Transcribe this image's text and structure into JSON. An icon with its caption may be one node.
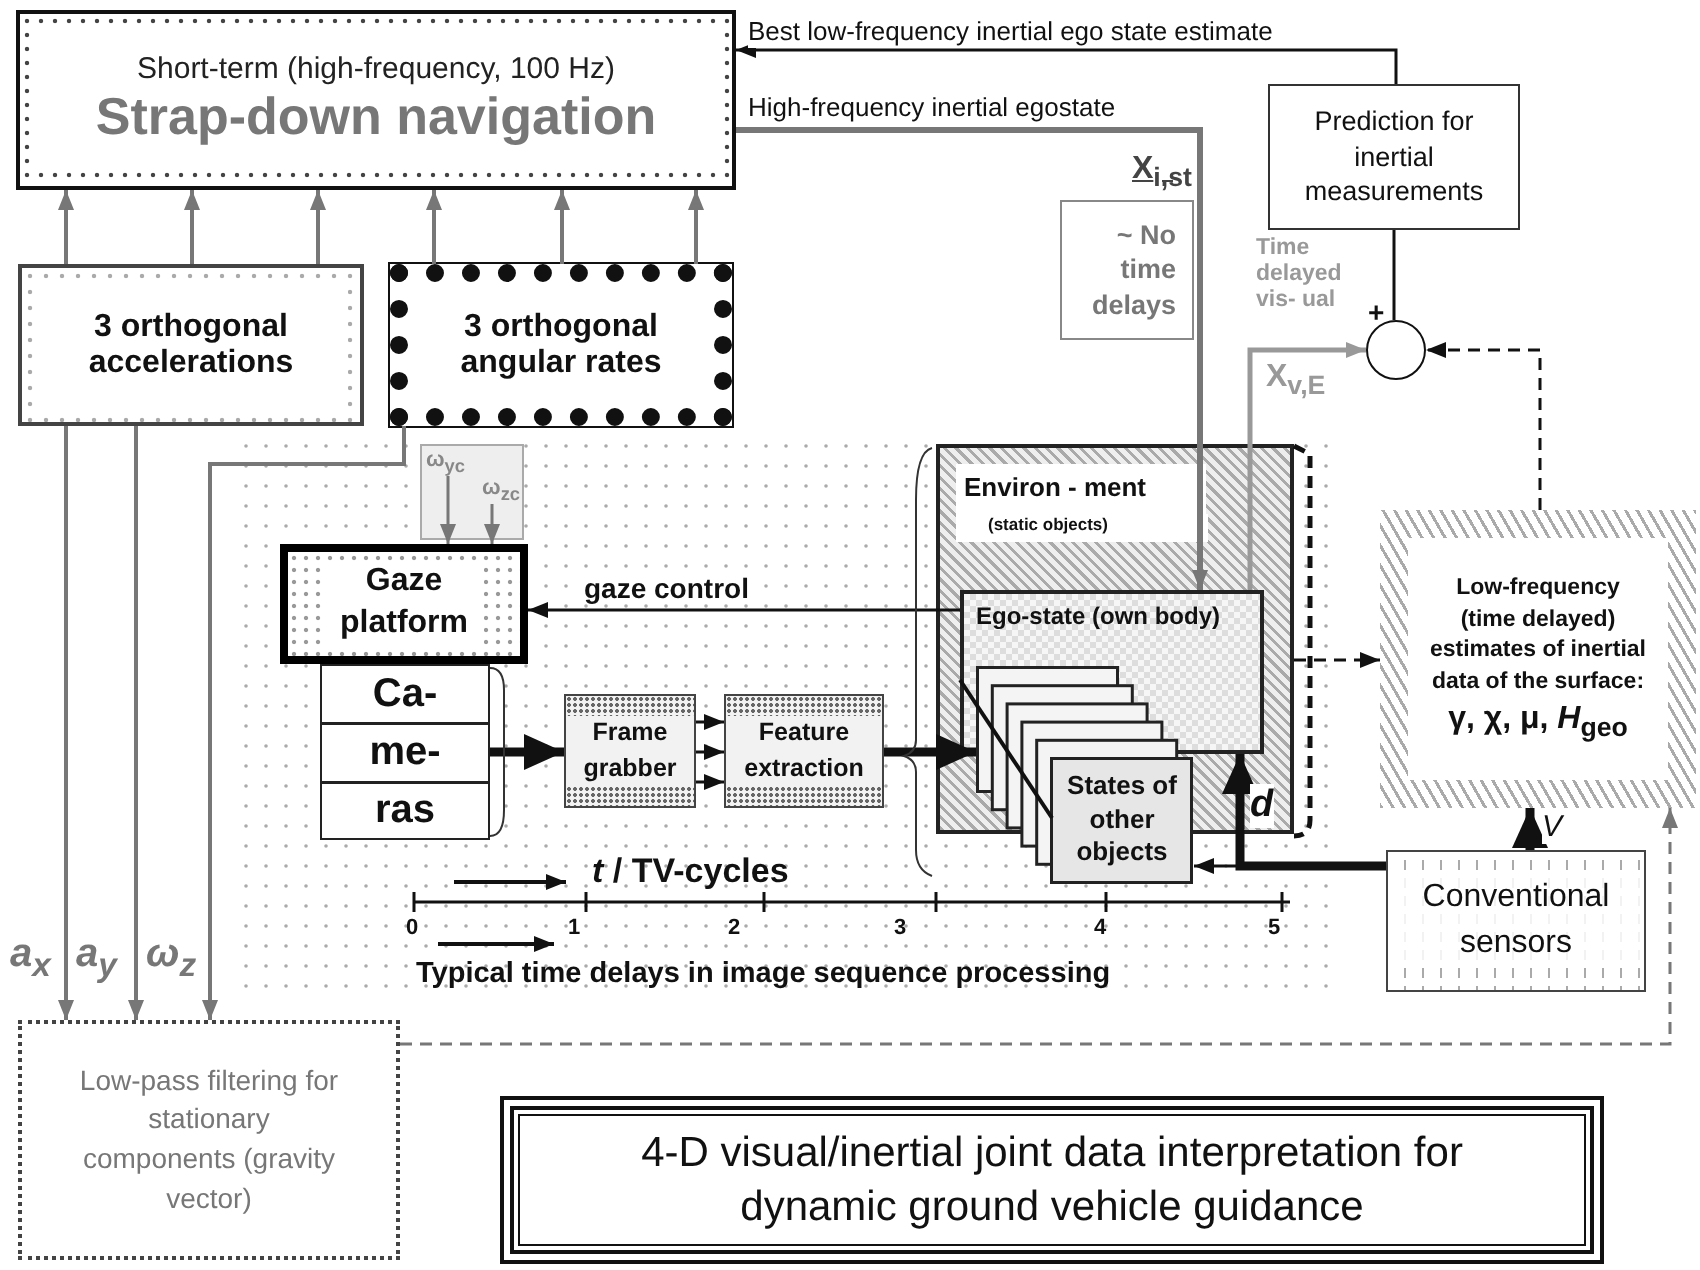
{
  "diagram": {
    "title": "4-D visual/inertial joint data interpretation for dynamic ground vehicle guidance",
    "nodes": [
      {
        "text": [
          "Short-term (high-frequency, 100 Hz)",
          "Strap-down navigation"
        ]
      },
      {
        "text": [
          "3 orthogonal accelerations"
        ]
      },
      {
        "text": [
          "3 orthogonal angular rates"
        ]
      },
      {
        "text": [
          "Prediction for inertial measurements"
        ]
      },
      {
        "text": [],
        "shape": "circle",
        "beside": [
          "+"
        ]
      },
      {
        "text": [
          "~ No time delays"
        ]
      },
      {
        "text": [
          "ω$_{yc}$",
          "ω$_{zc}$"
        ]
      },
      {
        "text": [
          "Gaze platform"
        ]
      },
      {
        "text": [
          "Ca- me- ras"
        ]
      },
      {
        "text": [
          "Frame grabber"
        ]
      },
      {
        "text": [
          "Feature extraction"
        ]
      },
      {
        "text": [
          "Environ - ment",
          "(static objects)"
        ]
      },
      {
        "text": [
          "Ego-state (own body)"
        ],
        "in": 11
      },
      {
        "text": [
          "States of other objects"
        ]
      },
      {
        "text": [
          "Low-frequency (time delayed) estimates of inertial data of the surface:",
          "γ, χ, μ, *H*$_{geo}$"
        ]
      },
      {
        "text": [
          "Conventional sensors"
        ]
      },
      {
        "text": [
          "Low-pass filtering for stationary components (gravity vector)"
        ]
      }
    ],
    "edges": [
      {
        "from": 1,
        "to": 0,
        "arrow": "to",
        "color": "#777777"
      },
      {
        "from": 1,
        "to": 0,
        "arrow": "to",
        "color": "#777777"
      },
      {
        "from": 1,
        "to": 0,
        "arrow": "to",
        "color": "#777777"
      },
      {
        "from": 2,
        "to": 0,
        "arrow": "to",
        "color": "#777777"
      },
      {
        "from": 2,
        "to": 0,
        "arrow": "to",
        "color": "#777777"
      },
      {
        "from": 2,
        "to": 0,
        "arrow": "to",
        "color": "#777777"
      },
      {
        "from": 3,
        "to": 0,
        "arrow": "to",
        "label": "Best low-frequency inertial ego state estimate",
        "color": "#111111"
      },
      {
        "from": 0,
        "to": 12,
        "arrow": "to",
        "label": "High-frequency inertial egostate",
        "color": "#777777"
      },
      {
        "from": 12,
        "to": 4,
        "arrow": "to",
        "label": "X$_{v,E}$",
        "color": "#999999"
      },
      {
        "from": 3,
        "to": 4,
        "arrow": "none",
        "color": "#111111"
      },
      {
        "from": 14,
        "to": 4,
        "arrow": "to",
        "style": "dashed",
        "color": "#111111"
      },
      {
        "from": 11,
        "to": 14,
        "arrow": "to",
        "style": "dashed",
        "color": "#111111"
      },
      {
        "from": 6,
        "to": 7,
        "arrow": "to",
        "color": "#777777"
      },
      {
        "from": 6,
        "to": 7,
        "arrow": "to",
        "color": "#777777"
      },
      {
        "from": 12,
        "to": 7,
        "arrow": "to",
        "label": "gaze control",
        "color": "#111111"
      },
      {
        "from": 8,
        "to": 9,
        "arrow": "to",
        "style": "thick",
        "color": "#111111"
      },
      {
        "from": 9,
        "to": 10,
        "arrow": "to",
        "color": "#111111"
      },
      {
        "from": 9,
        "to": 10,
        "arrow": "to",
        "color": "#111111"
      },
      {
        "from": 9,
        "to": 10,
        "arrow": "to",
        "color": "#111111"
      },
      {
        "from": 10,
        "to": 13,
        "arrow": "to",
        "style": "thick",
        "color": "#111111"
      },
      {
        "from": 15,
        "to": 13,
        "arrow": "to",
        "color": "#111111"
      },
      {
        "from": 15,
        "to": 12,
        "arrow": "to",
        "label": "d",
        "style": "thick",
        "color": "#111111"
      },
      {
        "from": 15,
        "to": 14,
        "arrow": "to",
        "label": "V",
        "style": "thick",
        "color": "#111111"
      },
      {
        "from": 1,
        "to": 16,
        "arrow": "to",
        "label": "a$_{x}$",
        "color": "#777777"
      },
      {
        "from": 1,
        "to": 16,
        "arrow": "to",
        "label": "a$_{y}$",
        "color": "#777777"
      },
      {
        "from": 2,
        "to": 16,
        "arrow": "to",
        "label": "ω$_{z}$",
        "color": "#777777"
      },
      {
        "from": 16,
        "to": 14,
        "arrow": "to",
        "style": "dashed",
        "color": "#777777"
      },
      {
        "from": 12,
        "to": 13,
        "arrow": "none",
        "color": "#111111"
      }
    ],
    "labels": [
      "X$_{i,st}$",
      "Time delayed vis- ual",
      "*t* / TV-cycles",
      "0",
      "1",
      "2",
      "3",
      "4",
      "5",
      "Typical time delays in image sequence processing"
    ]
  }
}
